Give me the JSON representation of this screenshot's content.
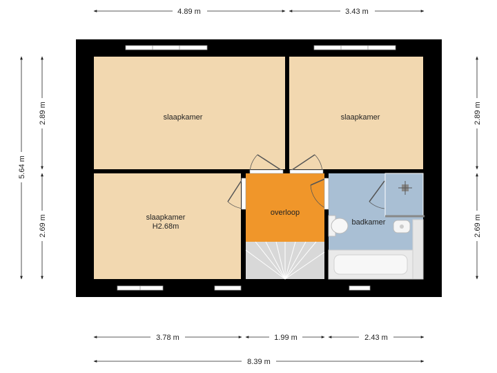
{
  "rooms": {
    "bedroom_top_left": {
      "label": "slaapkamer"
    },
    "bedroom_top_right": {
      "label": "slaapkamer"
    },
    "bedroom_bottom_left": {
      "label": "slaapkamer",
      "height": "H2.68m"
    },
    "landing": {
      "label": "overloop"
    },
    "bathroom": {
      "label": "badkamer"
    }
  },
  "dimensions": {
    "top_left": "4.89 m",
    "top_right": "3.43 m",
    "bottom_1": "3.78 m",
    "bottom_2": "1.99 m",
    "bottom_3": "2.43 m",
    "bottom_total": "8.39 m",
    "left_total": "5.64 m",
    "left_top": "2.89 m",
    "left_bottom": "2.69 m",
    "right_top": "2.89 m",
    "right_bottom": "2.69 m"
  },
  "colors": {
    "bedroom": "#f2d8b0",
    "landing": "#f0962a",
    "bathroom": "#a9bfd4",
    "wall": "#000000",
    "stairs": "#d8d8d8"
  }
}
